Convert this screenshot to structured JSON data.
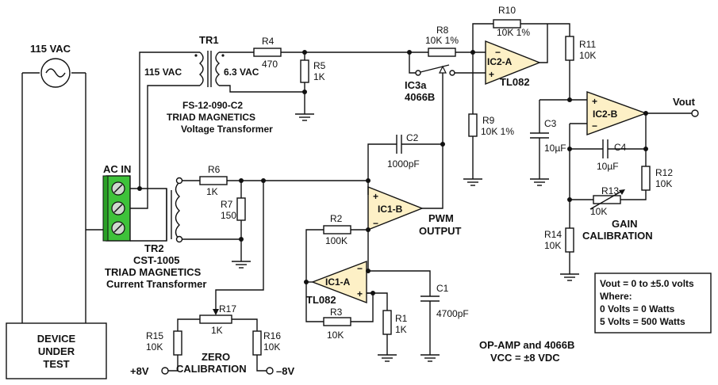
{
  "source": {
    "label": "115 VAC"
  },
  "device": {
    "line1": "DEVICE",
    "line2": "UNDER",
    "line3": "TEST"
  },
  "acin": {
    "label": "AC IN"
  },
  "tr1": {
    "ref": "TR1",
    "primary": "115 VAC",
    "secondary": "6.3 VAC",
    "part": "FS-12-090-C2",
    "maker": "TRIAD MAGNETICS",
    "desc": "Voltage Transformer"
  },
  "tr2": {
    "ref": "TR2",
    "part": "CST-1005",
    "maker": "TRIAD MAGNETICS",
    "desc": "Current Transformer"
  },
  "r4": {
    "ref": "R4",
    "val": "470"
  },
  "r5": {
    "ref": "R5",
    "val": "1K"
  },
  "r6": {
    "ref": "R6",
    "val": "1K"
  },
  "r7": {
    "ref": "R7",
    "val": "150"
  },
  "r8": {
    "ref": "R8",
    "val": "10K 1%"
  },
  "r9": {
    "ref": "R9",
    "val": "10K 1%"
  },
  "r10": {
    "ref": "R10",
    "val": "10K 1%"
  },
  "r11": {
    "ref": "R11",
    "val": "10K"
  },
  "r12": {
    "ref": "R12",
    "val": "10K"
  },
  "r13": {
    "ref": "R13",
    "val": "10K"
  },
  "r14": {
    "ref": "R14",
    "val": "10K"
  },
  "r15": {
    "ref": "R15",
    "val": "10K"
  },
  "r16": {
    "ref": "R16",
    "val": "10K"
  },
  "r17": {
    "ref": "R17",
    "val": "1K"
  },
  "r1": {
    "ref": "R1",
    "val": "1K"
  },
  "r2": {
    "ref": "R2",
    "val": "100K"
  },
  "r3": {
    "ref": "R3",
    "val": "10K"
  },
  "c1": {
    "ref": "C1",
    "val": "4700pF"
  },
  "c2": {
    "ref": "C2",
    "val": "1000pF"
  },
  "c3": {
    "ref": "C3",
    "val": "10µF"
  },
  "c4": {
    "ref": "C4",
    "val": "10µF"
  },
  "ic3a": {
    "ref": "IC3a",
    "part": "4066B"
  },
  "ic1a": {
    "ref": "IC1-A",
    "part": "TL082"
  },
  "ic1b": {
    "ref": "IC1-B"
  },
  "ic2a": {
    "ref": "IC2-A",
    "part": "TL082"
  },
  "ic2b": {
    "ref": "IC2-B"
  },
  "pwm": {
    "line1": "PWM",
    "line2": "OUTPUT"
  },
  "gain": {
    "line1": "GAIN",
    "line2": "CALIBRATION"
  },
  "zero": {
    "line1": "ZERO",
    "line2": "CALIBRATION"
  },
  "supply": {
    "pos": "+8V",
    "neg": "–8V"
  },
  "vout": {
    "label": "Vout"
  },
  "notes": {
    "line1": "Vout = 0 to ±5.0 volts",
    "line2": "Where:",
    "line3": "0 Volts = 0 Watts",
    "line4": "5 Volts = 500 Watts"
  },
  "footer": {
    "line1": "OP-AMP and 4066B",
    "line2": "VCC = ±8 VDC"
  }
}
